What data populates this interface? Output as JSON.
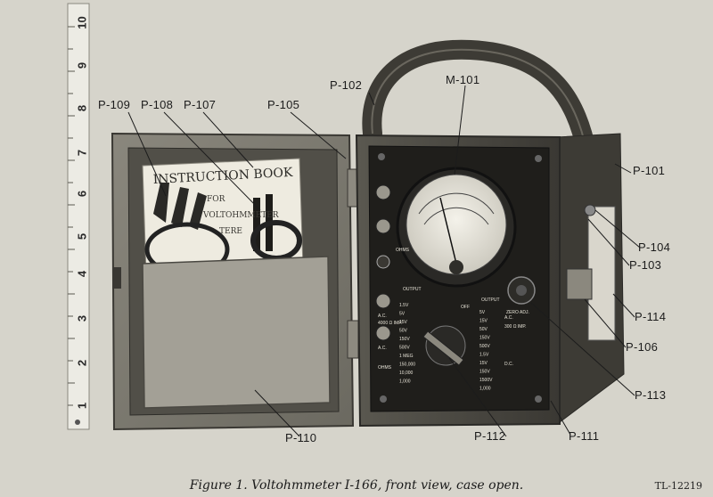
{
  "callouts": [
    {
      "id": "p109",
      "text": "P-109"
    },
    {
      "id": "p108",
      "text": "P-108"
    },
    {
      "id": "p107",
      "text": "P-107"
    },
    {
      "id": "p105",
      "text": "P-105"
    },
    {
      "id": "p102",
      "text": "P-102"
    },
    {
      "id": "m101",
      "text": "M-101"
    },
    {
      "id": "p101",
      "text": "P-101"
    },
    {
      "id": "p104",
      "text": "P-104"
    },
    {
      "id": "p103",
      "text": "P-103"
    },
    {
      "id": "p114",
      "text": "P-114"
    },
    {
      "id": "p106",
      "text": "P-106"
    },
    {
      "id": "p113",
      "text": "P-113"
    },
    {
      "id": "p111",
      "text": "P-111"
    },
    {
      "id": "p112",
      "text": "P-112"
    },
    {
      "id": "p110",
      "text": "P-110"
    }
  ],
  "ruler": {
    "numbers": [
      "1",
      "2",
      "3",
      "4",
      "5",
      "6",
      "7",
      "8",
      "9",
      "10"
    ]
  },
  "book": {
    "title": "INSTRUCTION BOOK",
    "line1": "FOR",
    "line2": "VOLTOHMMETER",
    "line3": "TERE"
  },
  "panel": {
    "ohms": "OHMS",
    "zero_adj": "ZERO ADJ.",
    "output": "OUTPUT",
    "off": "OFF",
    "ac": "A.C.",
    "dc": "D.C.",
    "imp_left": "4000 Ω IMP.",
    "imp_right": "300 Ω IMP.",
    "left_scale": [
      "1.5V",
      "5V",
      "15V",
      "50V",
      "150V",
      "500V",
      "1 MEG",
      "150,000",
      "10,000",
      "1,000"
    ],
    "right_scale": [
      "5V",
      "15V",
      "50V",
      "150V",
      "500V",
      "1.5V",
      "15V",
      "150V",
      "1500V",
      "1,000"
    ]
  },
  "caption": {
    "text": "Figure 1. Voltohmmeter I-166, front view, case open.",
    "ref": "TL-12219"
  }
}
